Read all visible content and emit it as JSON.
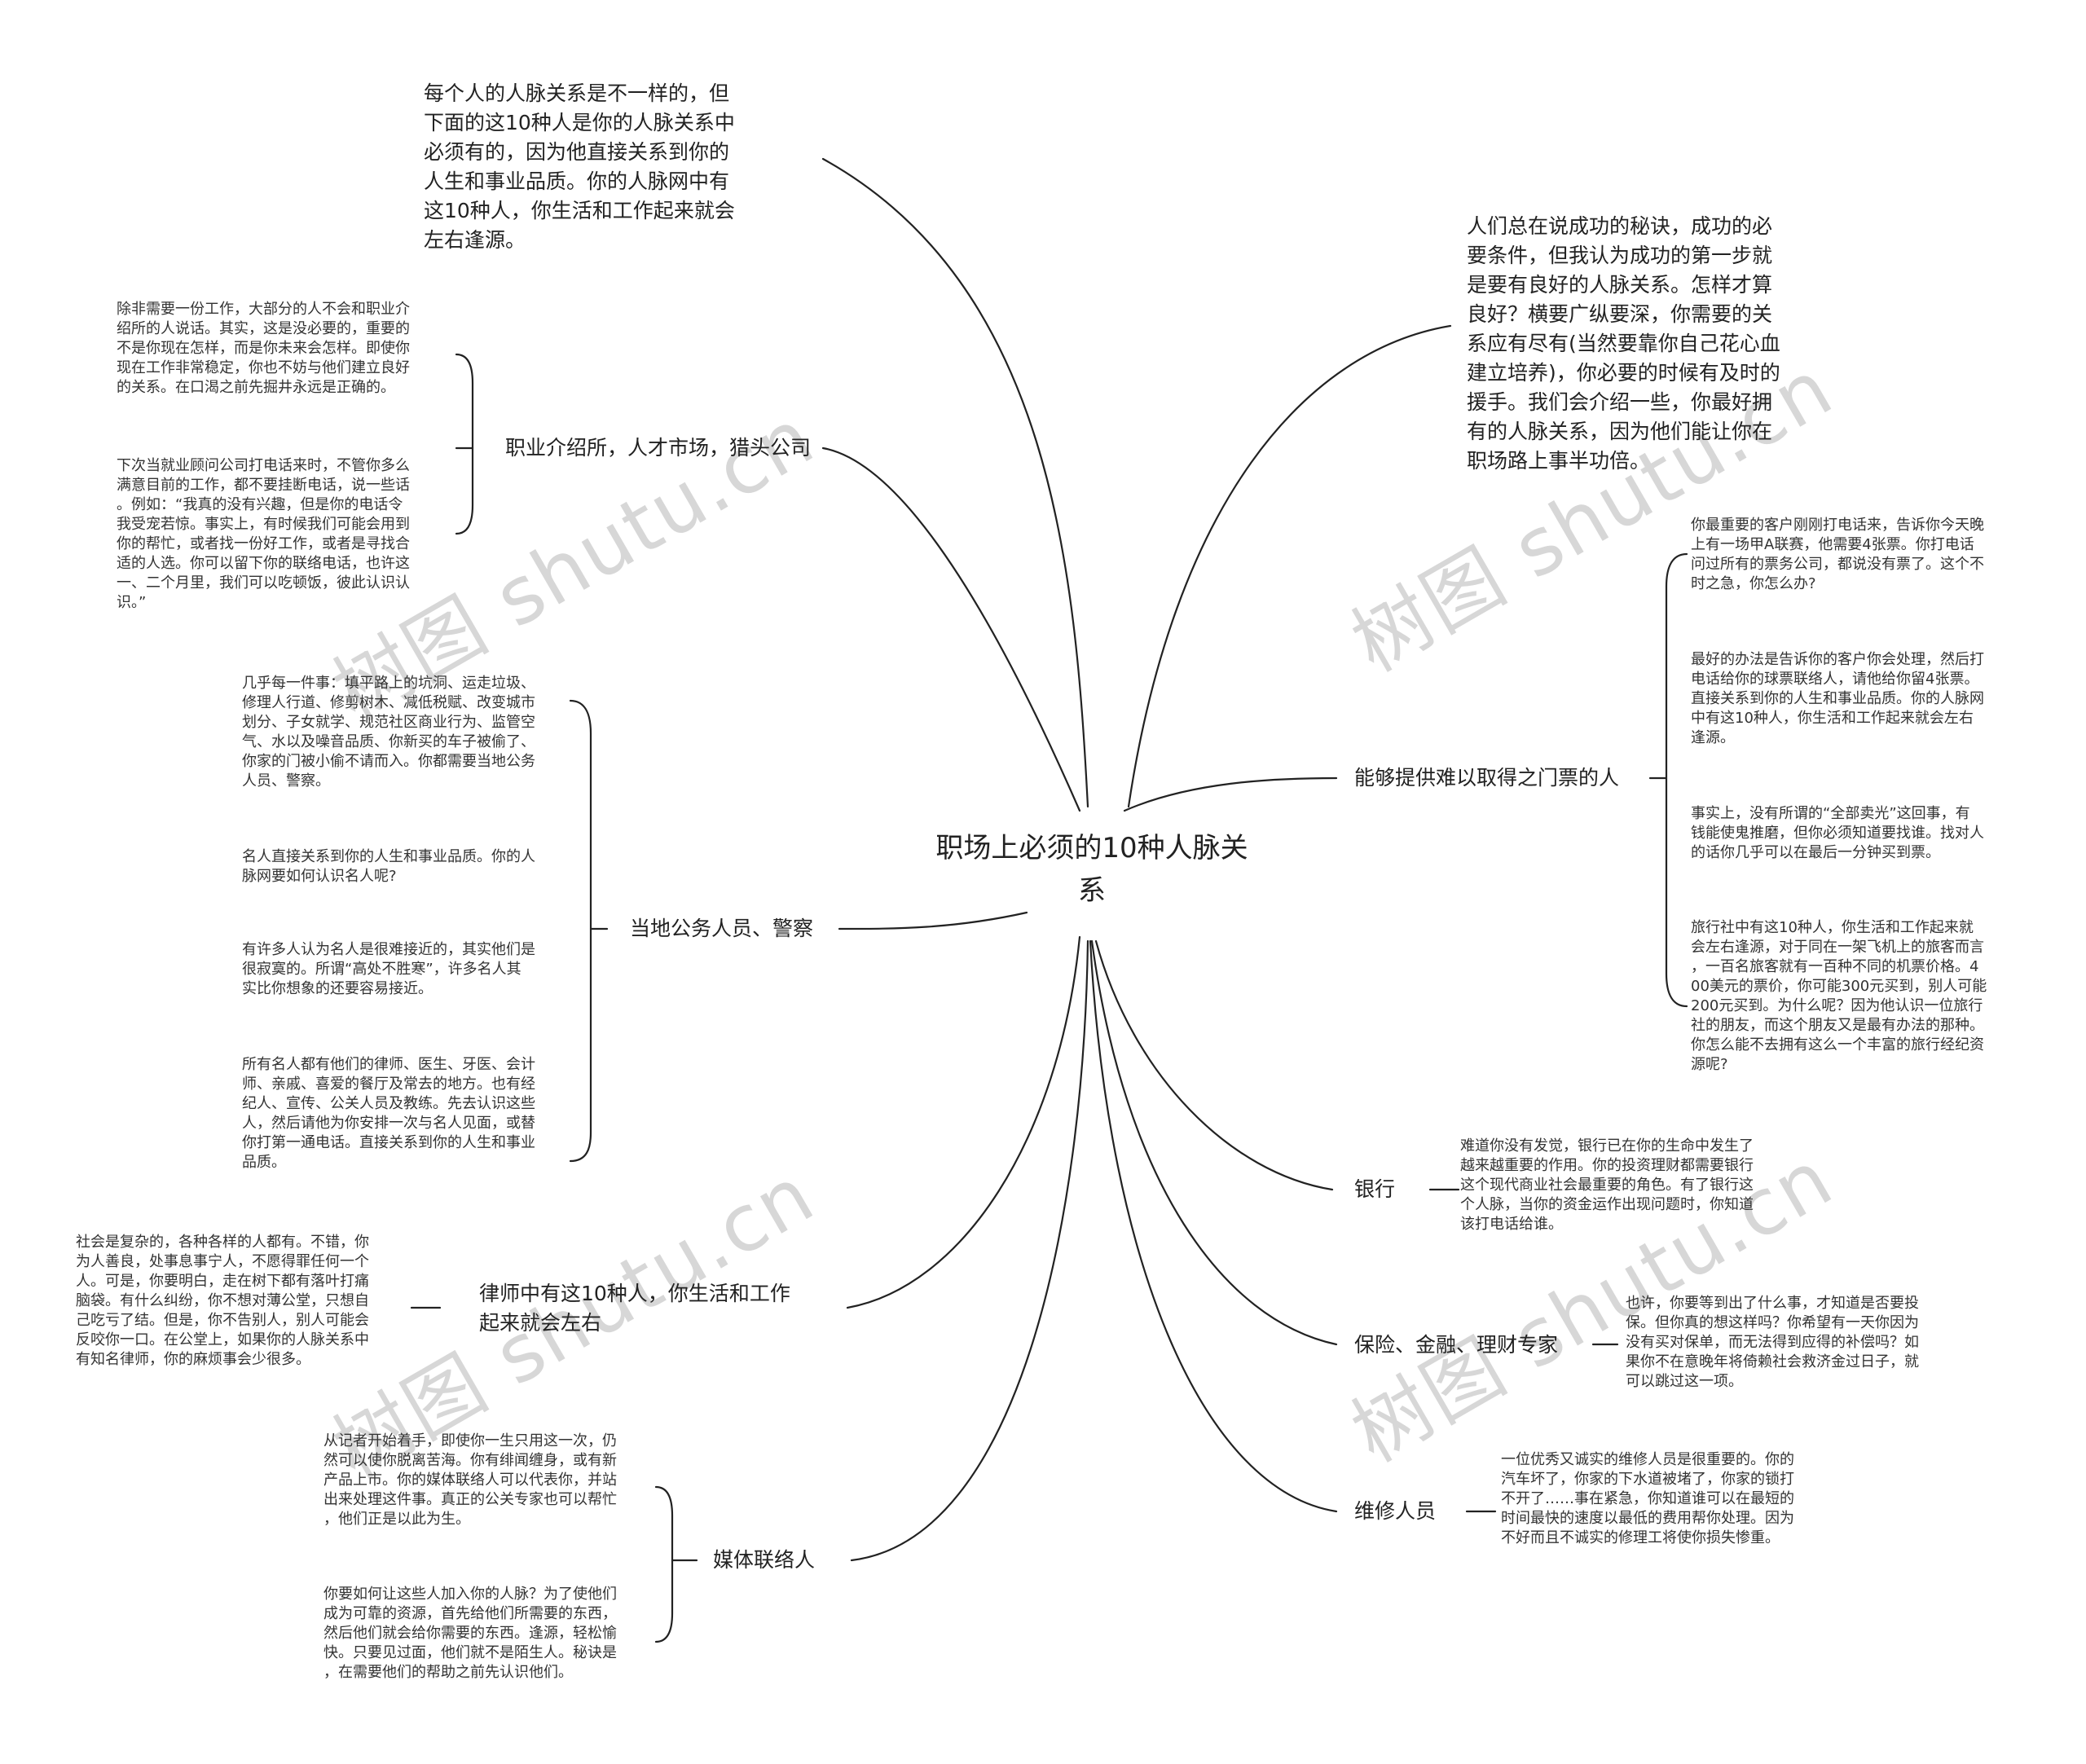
{
  "center": {
    "label": "职场上必须的10种人脉关\n系"
  },
  "intro_left": "每个人的人脉关系是不一样的，但\n下面的这10种人是你的人脉关系中\n必须有的，因为他直接关系到你的\n人生和事业品质。你的人脉网中有\n这10种人，你生活和工作起来就会\n左右逢源。",
  "intro_right": "人们总在说成功的秘诀，成功的必\n要条件，但我认为成功的第一步就\n是要有良好的人脉关系。怎样才算\n良好？横要广纵要深，你需要的关\n系应有尽有(当然要靠你自己花心血\n建立培养)，你必要的时候有及时的\n援手。我们会介绍一些，你最好拥\n有的人脉关系，因为他们能让你在\n职场路上事半功倍。",
  "branches": {
    "agency": {
      "label": "职业介绍所，人才市场，猎头公司",
      "details": [
        "除非需要一份工作，大部分的人不会和职业介\n绍所的人说话。其实，这是没必要的，重要的\n不是你现在怎样，而是你未来会怎样。即使你\n现在工作非常稳定，你也不妨与他们建立良好\n的关系。在口渴之前先掘井永远是正确的。",
        "下次当就业顾问公司打电话来时，不管你多么\n满意目前的工作，都不要挂断电话，说一些话\n。例如：“我真的没有兴趣，但是你的电话令\n我受宠若惊。事实上，有时候我们可能会用到\n你的帮忙，或者找一份好工作，或者是寻找合\n适的人选。你可以留下你的联络电话，也许这\n一、二个月里，我们可以吃顿饭，彼此认识认\n识。”"
      ]
    },
    "officials": {
      "label": "当地公务人员、警察",
      "details": [
        "几乎每一件事：填平路上的坑洞、运走垃圾、\n修理人行道、修剪树木、减低税赋、改变城市\n划分、子女就学、规范社区商业行为、监管空\n气、水以及噪音品质、你新买的车子被偷了、\n你家的门被小偷不请而入。你都需要当地公务\n人员、警察。",
        "名人直接关系到你的人生和事业品质。你的人\n脉网要如何认识名人呢?",
        "有许多人认为名人是很难接近的，其实他们是\n很寂寞的。所谓“高处不胜寒”，许多名人其\n实比你想象的还要容易接近。",
        "所有名人都有他们的律师、医生、牙医、会计\n师、亲戚、喜爱的餐厅及常去的地方。也有经\n纪人、宣传、公关人员及教练。先去认识这些\n人，然后请他为你安排一次与名人见面，或替\n你打第一通电话。直接关系到你的人生和事业\n品质。"
      ]
    },
    "lawyer": {
      "label": "律师中有这10种人，你生活和工作\n起来就会左右",
      "details": [
        "社会是复杂的，各种各样的人都有。不错，你\n为人善良，处事息事宁人，不愿得罪任何一个\n人。可是，你要明白，走在树下都有落叶打痛\n脑袋。有什么纠纷，你不想对薄公堂，只想自\n己吃亏了结。但是，你不告别人，别人可能会\n反咬你一口。在公堂上，如果你的人脉关系中\n有知名律师，你的麻烦事会少很多。"
      ]
    },
    "media": {
      "label": "媒体联络人",
      "details": [
        "从记者开始着手，即使你一生只用这一次，仍\n然可以使你脱离苦海。你有绯闻缠身，或有新\n产品上市。你的媒体联络人可以代表你，并站\n出来处理这件事。真正的公关专家也可以帮忙\n，他们正是以此为生。",
        "你要如何让这些人加入你的人脉？为了使他们\n成为可靠的资源，首先给他们所需要的东西，\n然后他们就会给你需要的东西。逢源，轻松愉\n快。只要见过面，他们就不是陌生人。秘诀是\n，在需要他们的帮助之前先认识他们。"
      ]
    },
    "tickets": {
      "label": "能够提供难以取得之门票的人",
      "details": [
        "你最重要的客户刚刚打电话来，告诉你今天晚\n上有一场甲A联赛，他需要4张票。你打电话\n问过所有的票务公司，都说没有票了。这个不\n时之急，你怎么办?",
        "最好的办法是告诉你的客户你会处理，然后打\n电话给你的球票联络人，请他给你留4张票。\n直接关系到你的人生和事业品质。你的人脉网\n中有这10种人，你生活和工作起来就会左右\n逢源。",
        "事实上，没有所谓的“全部卖光”这回事，有\n钱能使鬼推磨，但你必须知道要找谁。找对人\n的话你几乎可以在最后一分钟买到票。",
        "旅行社中有这10种人，你生活和工作起来就\n会左右逢源，对于同在一架飞机上的旅客而言\n，一百名旅客就有一百种不同的机票价格。4\n00美元的票价，你可能300元买到，别人可能\n200元买到。为什么呢？因为他认识一位旅行\n社的朋友，而这个朋友又是最有办法的那种。\n你怎么能不去拥有这么一个丰富的旅行经纪资\n源呢?"
      ]
    },
    "bank": {
      "label": "银行",
      "details": [
        "难道你没有发觉，银行已在你的生命中发生了\n越来越重要的作用。你的投资理财都需要银行\n这个现代商业社会最重要的角色。有了银行这\n个人脉，当你的资金运作出现问题时，你知道\n该打电话给谁。"
      ]
    },
    "insurance": {
      "label": "保险、金融、理财专家",
      "details": [
        "也许，你要等到出了什么事，才知道是否要投\n保。但你真的想这样吗？你希望有一天你因为\n没有买对保单，而无法得到应得的补偿吗？如\n果你不在意晚年将倚赖社会救济金过日子，就\n可以跳过这一项。"
      ]
    },
    "repair": {
      "label": "维修人员",
      "details": [
        "一位优秀又诚实的维修人员是很重要的。你的\n汽车坏了，你家的下水道被堵了，你家的锁打\n不开了……事在紧急，你知道谁可以在最短的\n时间最快的速度以最低的费用帮你处理。因为\n不好而且不诚实的修理工将使你损失惨重。"
      ]
    }
  },
  "watermarks": [
    "树图 shutu.cn",
    "树图 shutu.cn",
    "树图 shutu.cn",
    "树图 shutu.cn"
  ],
  "colors": {
    "line": "#222222",
    "watermark": "#d7d7d7"
  }
}
